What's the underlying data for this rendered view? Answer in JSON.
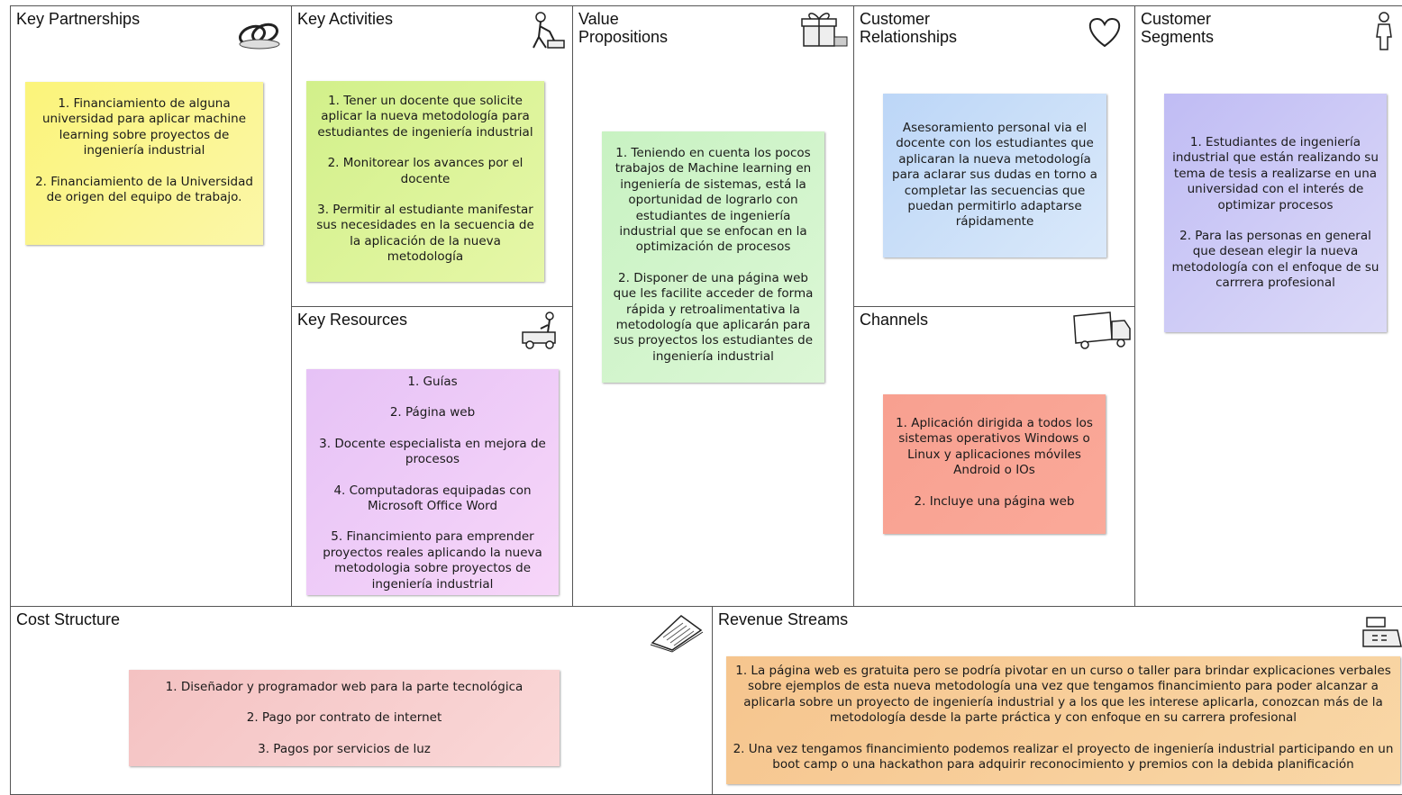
{
  "blocks": {
    "key_partnerships": {
      "title": "Key Partnerships",
      "icon": "chain-links-icon",
      "items": [
        "1. Financiamiento de alguna universidad para aplicar machine learning sobre proyectos de ingeniería industrial",
        "2. Financiamiento de la Universidad de origen del equipo de trabajo."
      ],
      "color": "#fbf57e"
    },
    "key_activities": {
      "title": "Key Activities",
      "icon": "worker-icon",
      "items": [
        "1. Tener un docente que solicite aplicar la nueva metodología para estudiantes de ingeniería industrial",
        "2. Monitorear los avances por el docente",
        "3. Permitir al estudiante manifestar sus necesidades en la secuencia de la aplicación de la nueva metodología"
      ],
      "color": "#d6f38e"
    },
    "key_resources": {
      "title": "Key Resources",
      "icon": "forklift-icon",
      "items": [
        "1. Guías",
        "2. Página web",
        "3. Docente especialista en mejora de procesos",
        "4. Computadoras equipadas con Microsoft Office Word",
        "5. Financimiento para emprender proyectos reales aplicando la nueva metodologia sobre proyectos de ingeniería industrial"
      ],
      "color": "#efc8f7"
    },
    "value_propositions": {
      "title": "Value\nPropositions",
      "icon": "gift-icon",
      "items": [
        "1. Teniendo en cuenta los pocos trabajos de Machine learning en ingeniería de sistemas, está la oportunidad de lograrlo con estudiantes de ingeniería industrial que se enfocan en la optimización de procesos",
        "2. Disponer de una página web que les facilite acceder de forma rápida y retroalimentativa la metodología que aplicarán para sus proyectos los estudiantes de ingeniería industrial"
      ],
      "color": "#cff5c9"
    },
    "customer_relationships": {
      "title": "Customer\nRelationships",
      "icon": "heart-icon",
      "items": [
        "Asesoramiento personal via el docente con los estudiantes que aplicaran la nueva metodología para aclarar sus dudas en torno a completar las secuencias que puedan permitirlo adaptarse rápidamente"
      ],
      "color": "#c5dcf8"
    },
    "channels": {
      "title": "Channels",
      "icon": "truck-icon",
      "items": [
        "1. Aplicación dirigida a todos los sistemas operativos Windows o Linux y aplicaciones móviles Android o IOs",
        "2. Incluye una página web"
      ],
      "color": "#f9a898"
    },
    "customer_segments": {
      "title": "Customer\nSegments",
      "icon": "person-icon",
      "items": [
        "1. Estudiantes de ingeniería industrial que están realizando su tema de tesis a realizarse en una universidad con el interés de optimizar procesos",
        "2. Para las personas en general que desean elegir la nueva metodología con el enfoque de su carrrera profesional"
      ],
      "color": "#c9c6f5"
    },
    "cost_structure": {
      "title": "Cost Structure",
      "icon": "invoice-icon",
      "items": [
        "1. Diseñador y programador web para la parte tecnológica",
        "2. Pago por contrato de internet",
        "3. Pagos por servicios de luz"
      ],
      "color": "#f8cccc"
    },
    "revenue_streams": {
      "title": "Revenue Streams",
      "icon": "cash-register-icon",
      "items": [
        "1. La página web es gratuita pero se podría pivotar en un curso o taller para brindar explicaciones verbales sobre ejemplos de esta nueva metodología una vez que tengamos financimiento para poder alcanzar a aplicarla sobre un proyecto de ingeniería industrial y a los que les interese aplicarla, conozcan más de la metodología desde la parte práctica y con enfoque en su carrera profesional",
        "2. Una vez tengamos financimiento podemos realizar el proyecto de ingeniería industrial participando en un boot camp o una hackathon para adquirir reconocimiento y premios con la debida planificación"
      ],
      "color": "#f8cf98"
    }
  }
}
